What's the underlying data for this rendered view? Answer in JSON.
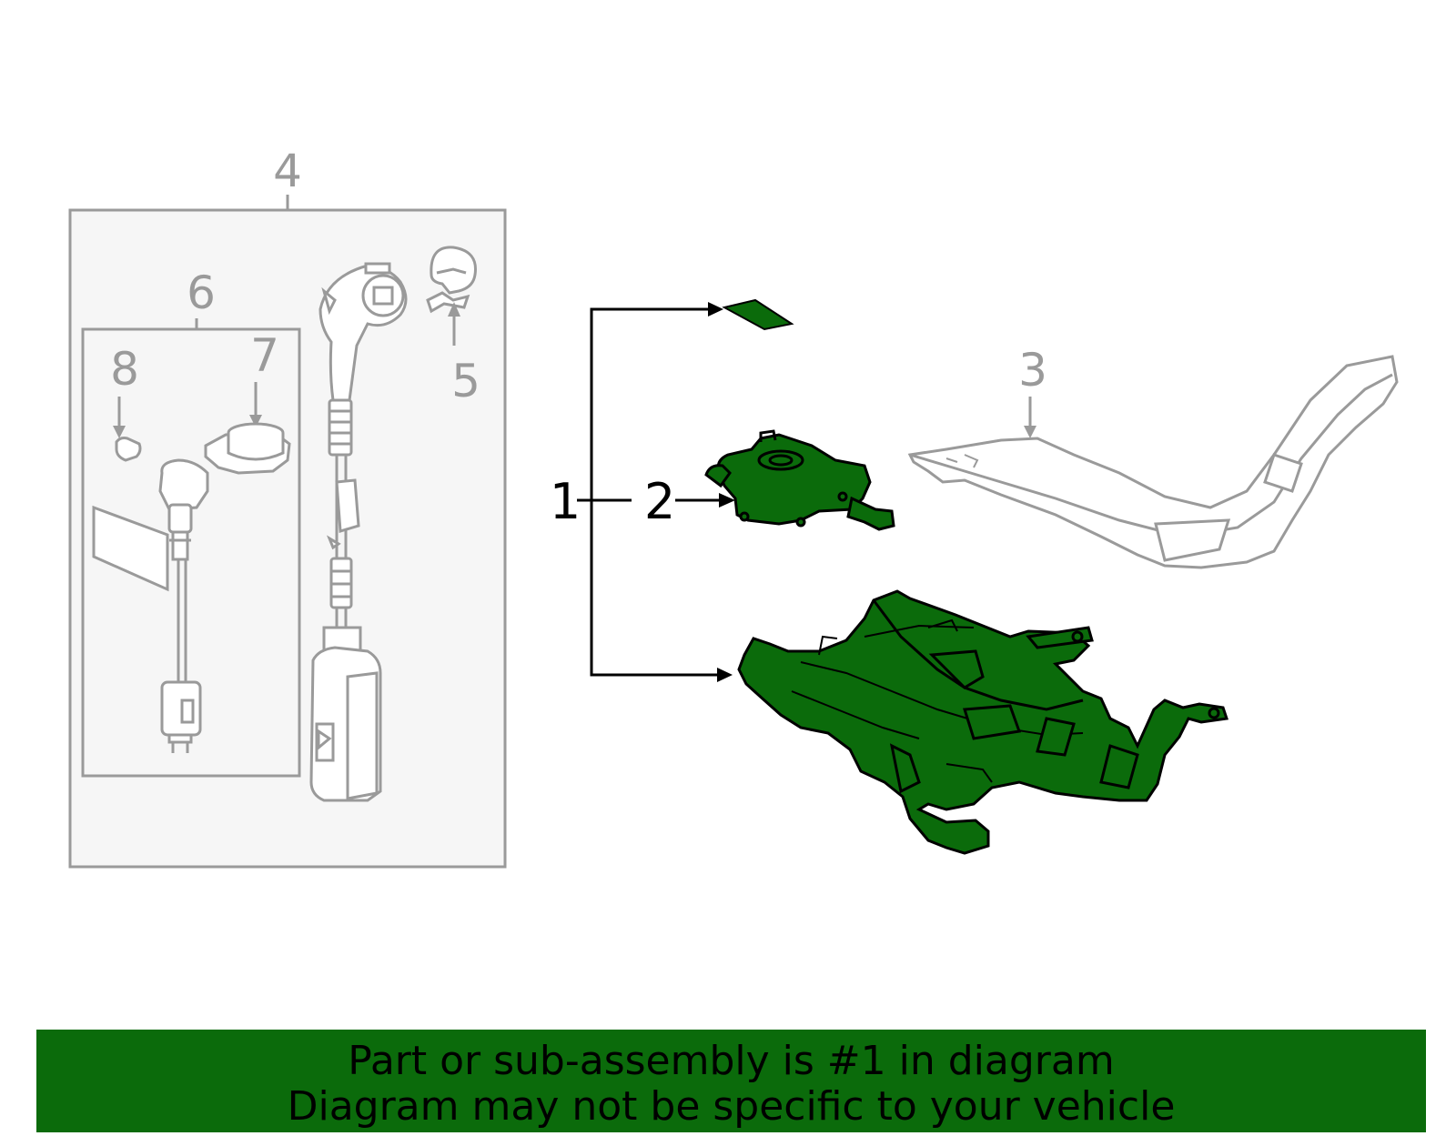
{
  "callouts": {
    "c1": "1",
    "c2": "2",
    "c3": "3",
    "c4": "4",
    "c5": "5",
    "c6": "6",
    "c7": "7",
    "c8": "8"
  },
  "banner": {
    "line1": "Part or sub-assembly is #1 in diagram",
    "line2": "Diagram may not be specific to your vehicle"
  },
  "colors": {
    "highlight": "#0b6b0b",
    "outline": "#9a9a9a",
    "inset_background": "#f6f6f6",
    "leader": "#000000"
  }
}
